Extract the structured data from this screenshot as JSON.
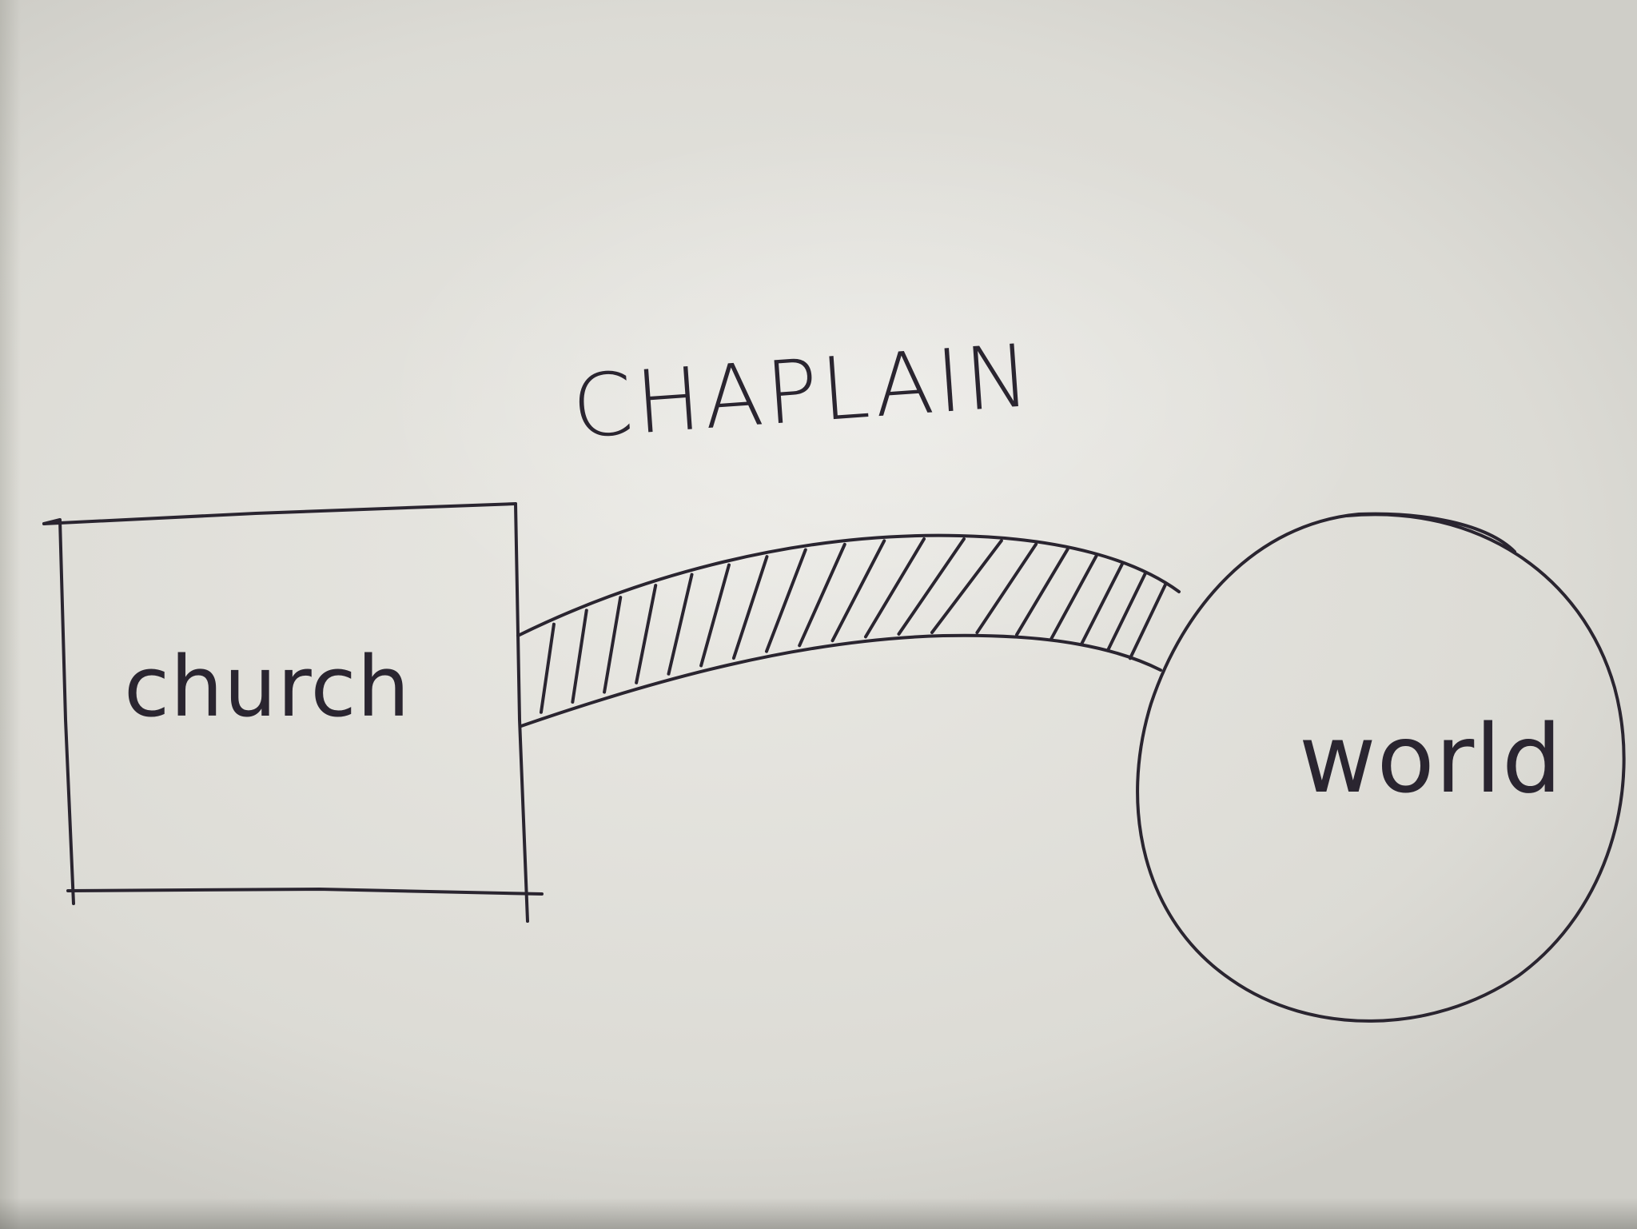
{
  "diagram": {
    "labels": {
      "bridge_label": "CHAPLAIN",
      "left_node": "church",
      "right_node": "world"
    },
    "nodes": [
      {
        "id": "church",
        "shape": "rectangle"
      },
      {
        "id": "world",
        "shape": "circle"
      }
    ],
    "edges": [
      {
        "from": "church",
        "to": "world",
        "style": "hatched-bridge",
        "label": "CHAPLAIN"
      }
    ],
    "colors": {
      "ink": "#2a2530",
      "paper": "#e4e3de"
    }
  }
}
